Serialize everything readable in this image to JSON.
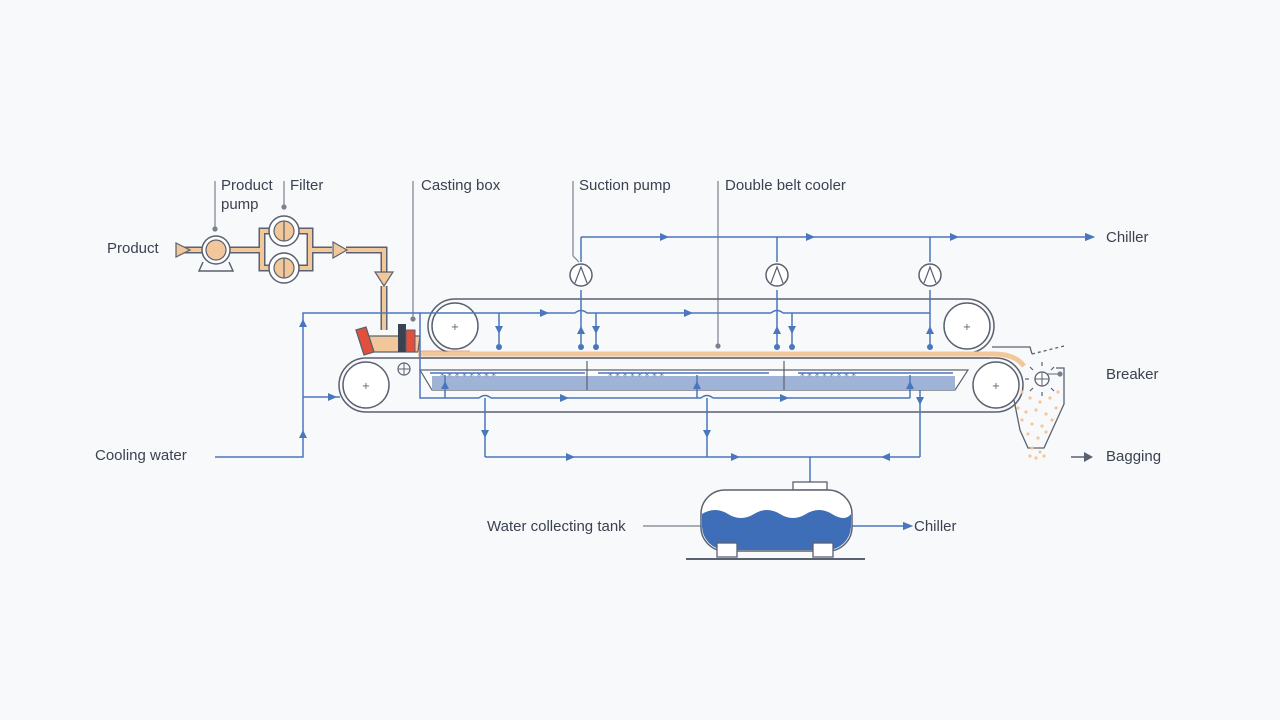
{
  "labels": {
    "product": "Product",
    "product_pump": [
      "Product",
      "pump"
    ],
    "filter": "Filter",
    "casting_box": "Casting box",
    "suction_pump": "Suction pump",
    "double_belt_cooler": "Double belt cooler",
    "chiller_top": "Chiller",
    "breaker": "Breaker",
    "bagging": "Bagging",
    "cooling_water": "Cooling water",
    "water_collecting_tank": "Water collecting tank",
    "chiller_bottom": "Chiller"
  },
  "colors": {
    "water": "#4a76bd",
    "product": "#f2c79a",
    "product_dark": "#e8a15f",
    "outline": "#5a6170",
    "hot": "#e0503c",
    "tank_fill": "#3f6eb8",
    "tray_fill": "#9fb3d6",
    "background": "#f8f9fa"
  }
}
